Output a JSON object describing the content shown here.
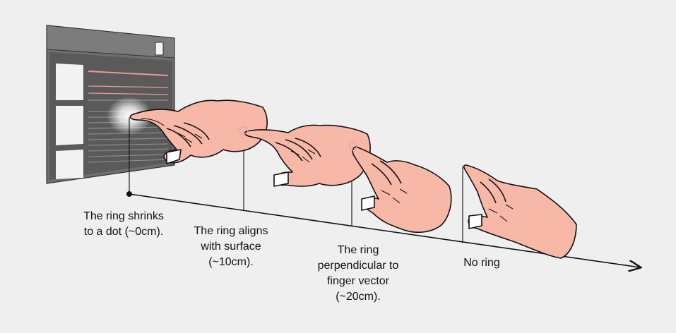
{
  "labels": [
    {
      "name": "label-distance-0cm",
      "text": "The ring shrinks\nto a dot (~0cm)."
    },
    {
      "name": "label-distance-10cm",
      "text": "The ring aligns\nwith surface\n(~10cm)."
    },
    {
      "name": "label-distance-20cm",
      "text": "The ring\nperpendicular to\nfinger vector\n(~20cm)."
    },
    {
      "name": "label-no-ring",
      "text": "No ring"
    }
  ],
  "colors": {
    "background": "#efefef",
    "screen_frame": "#6e6e6e",
    "screen_body": "#5a5a5a",
    "skin": "#f7b8a8",
    "outline": "#111111",
    "accent_lines": "#e89a9a"
  }
}
